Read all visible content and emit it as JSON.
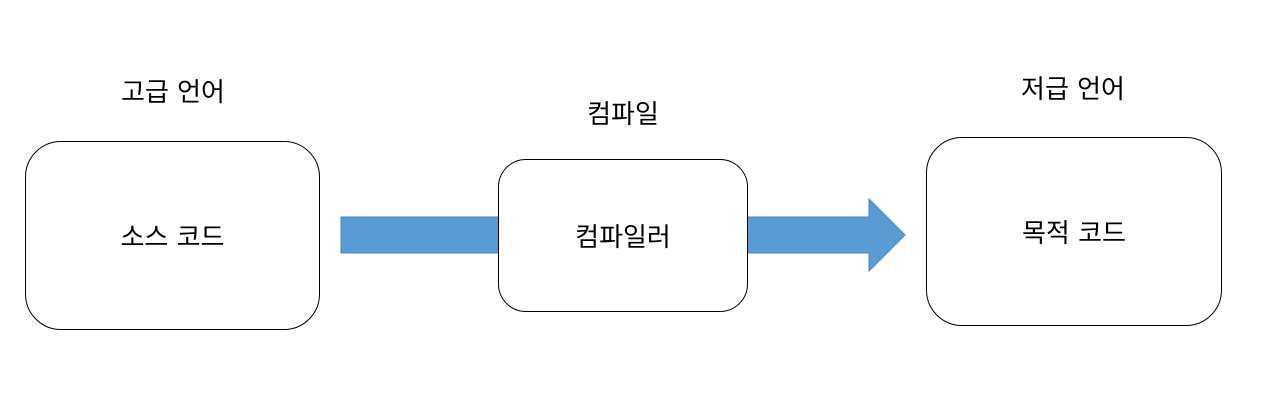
{
  "diagram": {
    "high_level_label": "고급 언어",
    "compile_label": "컴파일",
    "low_level_label": "저급 언어",
    "source_box": "소스 코드",
    "compiler_box": "컴파일러",
    "target_box": "목적 코드",
    "arrow_color": "#5b9bd5"
  }
}
